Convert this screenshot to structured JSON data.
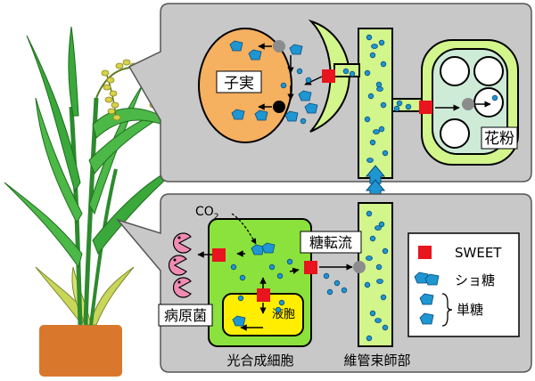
{
  "labels": {
    "seed": "子実",
    "pollen": "花粉",
    "co2": "CO",
    "co2_sub": "2",
    "sugar_flow": "糖転流",
    "pathogen": "病原菌",
    "vacuole": "液胞",
    "photosynthetic_cell": "光合成細胞",
    "phloem": "維管束師部"
  },
  "legend": {
    "sweet": "SWEET",
    "sucrose": "ショ糖",
    "monosaccharide": "単糖"
  },
  "colors": {
    "panel_fill": "#c8c8c8",
    "sweet_red": "#e8141e",
    "sugar_blue": "#1e96d2",
    "lime": "#d2f58c",
    "cell_green": "#8ce23c",
    "vacuole_yellow": "#ffee00",
    "seed_orange": "#f5b060",
    "pollen_mint": "#cdebd7",
    "pot_orange": "#d9782d",
    "pathogen_pink": "#f08cb4",
    "transporter_gray": "#8c8c8c"
  }
}
